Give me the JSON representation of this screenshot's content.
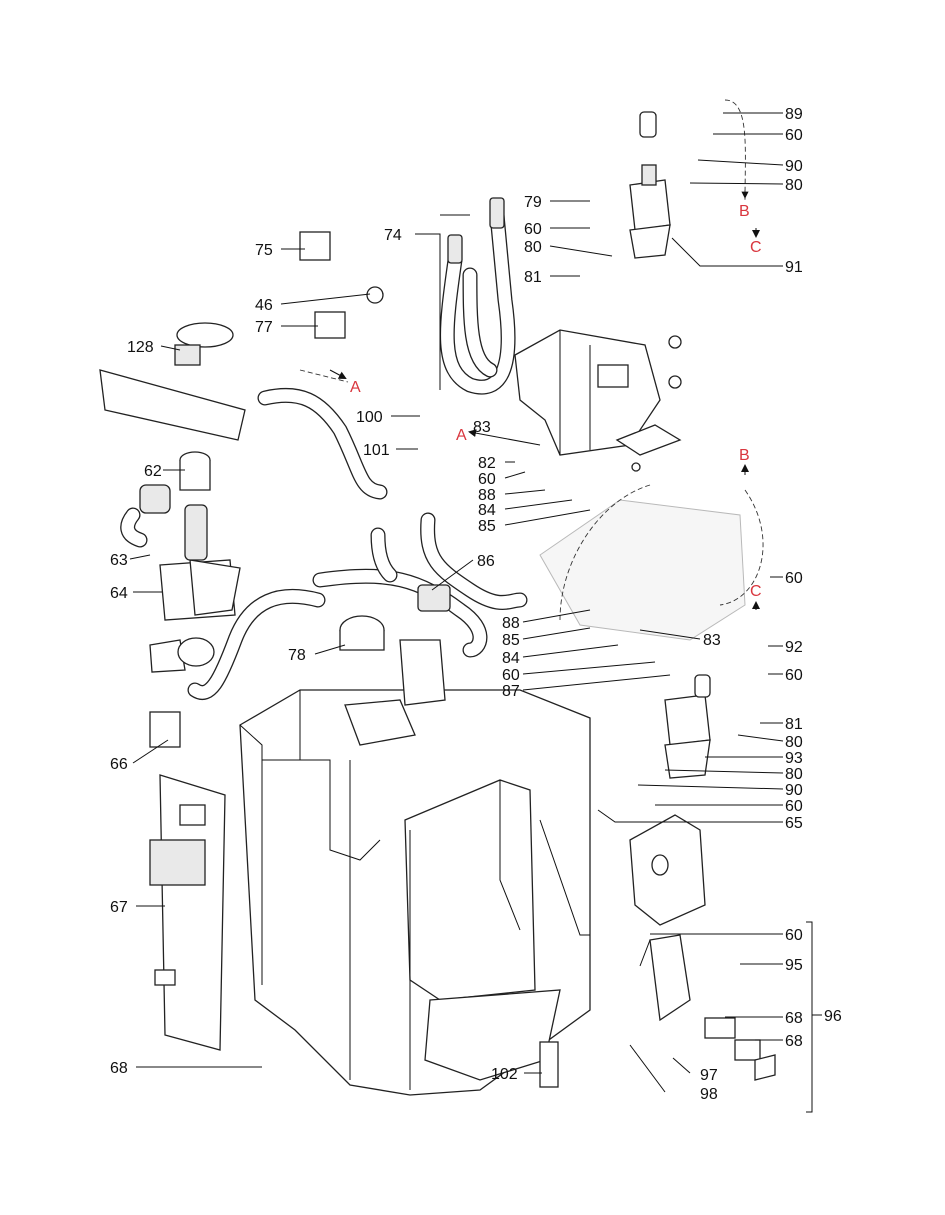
{
  "diagram": {
    "part_labels": [
      "89",
      "60",
      "90",
      "80",
      "79",
      "60",
      "80",
      "81",
      "91",
      "74",
      "75",
      "46",
      "77",
      "128",
      "100",
      "101",
      "83",
      "82",
      "60",
      "88",
      "84",
      "85",
      "62",
      "63",
      "64",
      "86",
      "88",
      "85",
      "84",
      "60",
      "87",
      "83",
      "60",
      "92",
      "60",
      "81",
      "80",
      "93",
      "80",
      "90",
      "60",
      "65",
      "78",
      "66",
      "67",
      "60",
      "95",
      "68",
      "68",
      "96",
      "97",
      "98",
      "102",
      "68"
    ],
    "refs": [
      "B",
      "C",
      "A",
      "A",
      "B",
      "C"
    ]
  }
}
